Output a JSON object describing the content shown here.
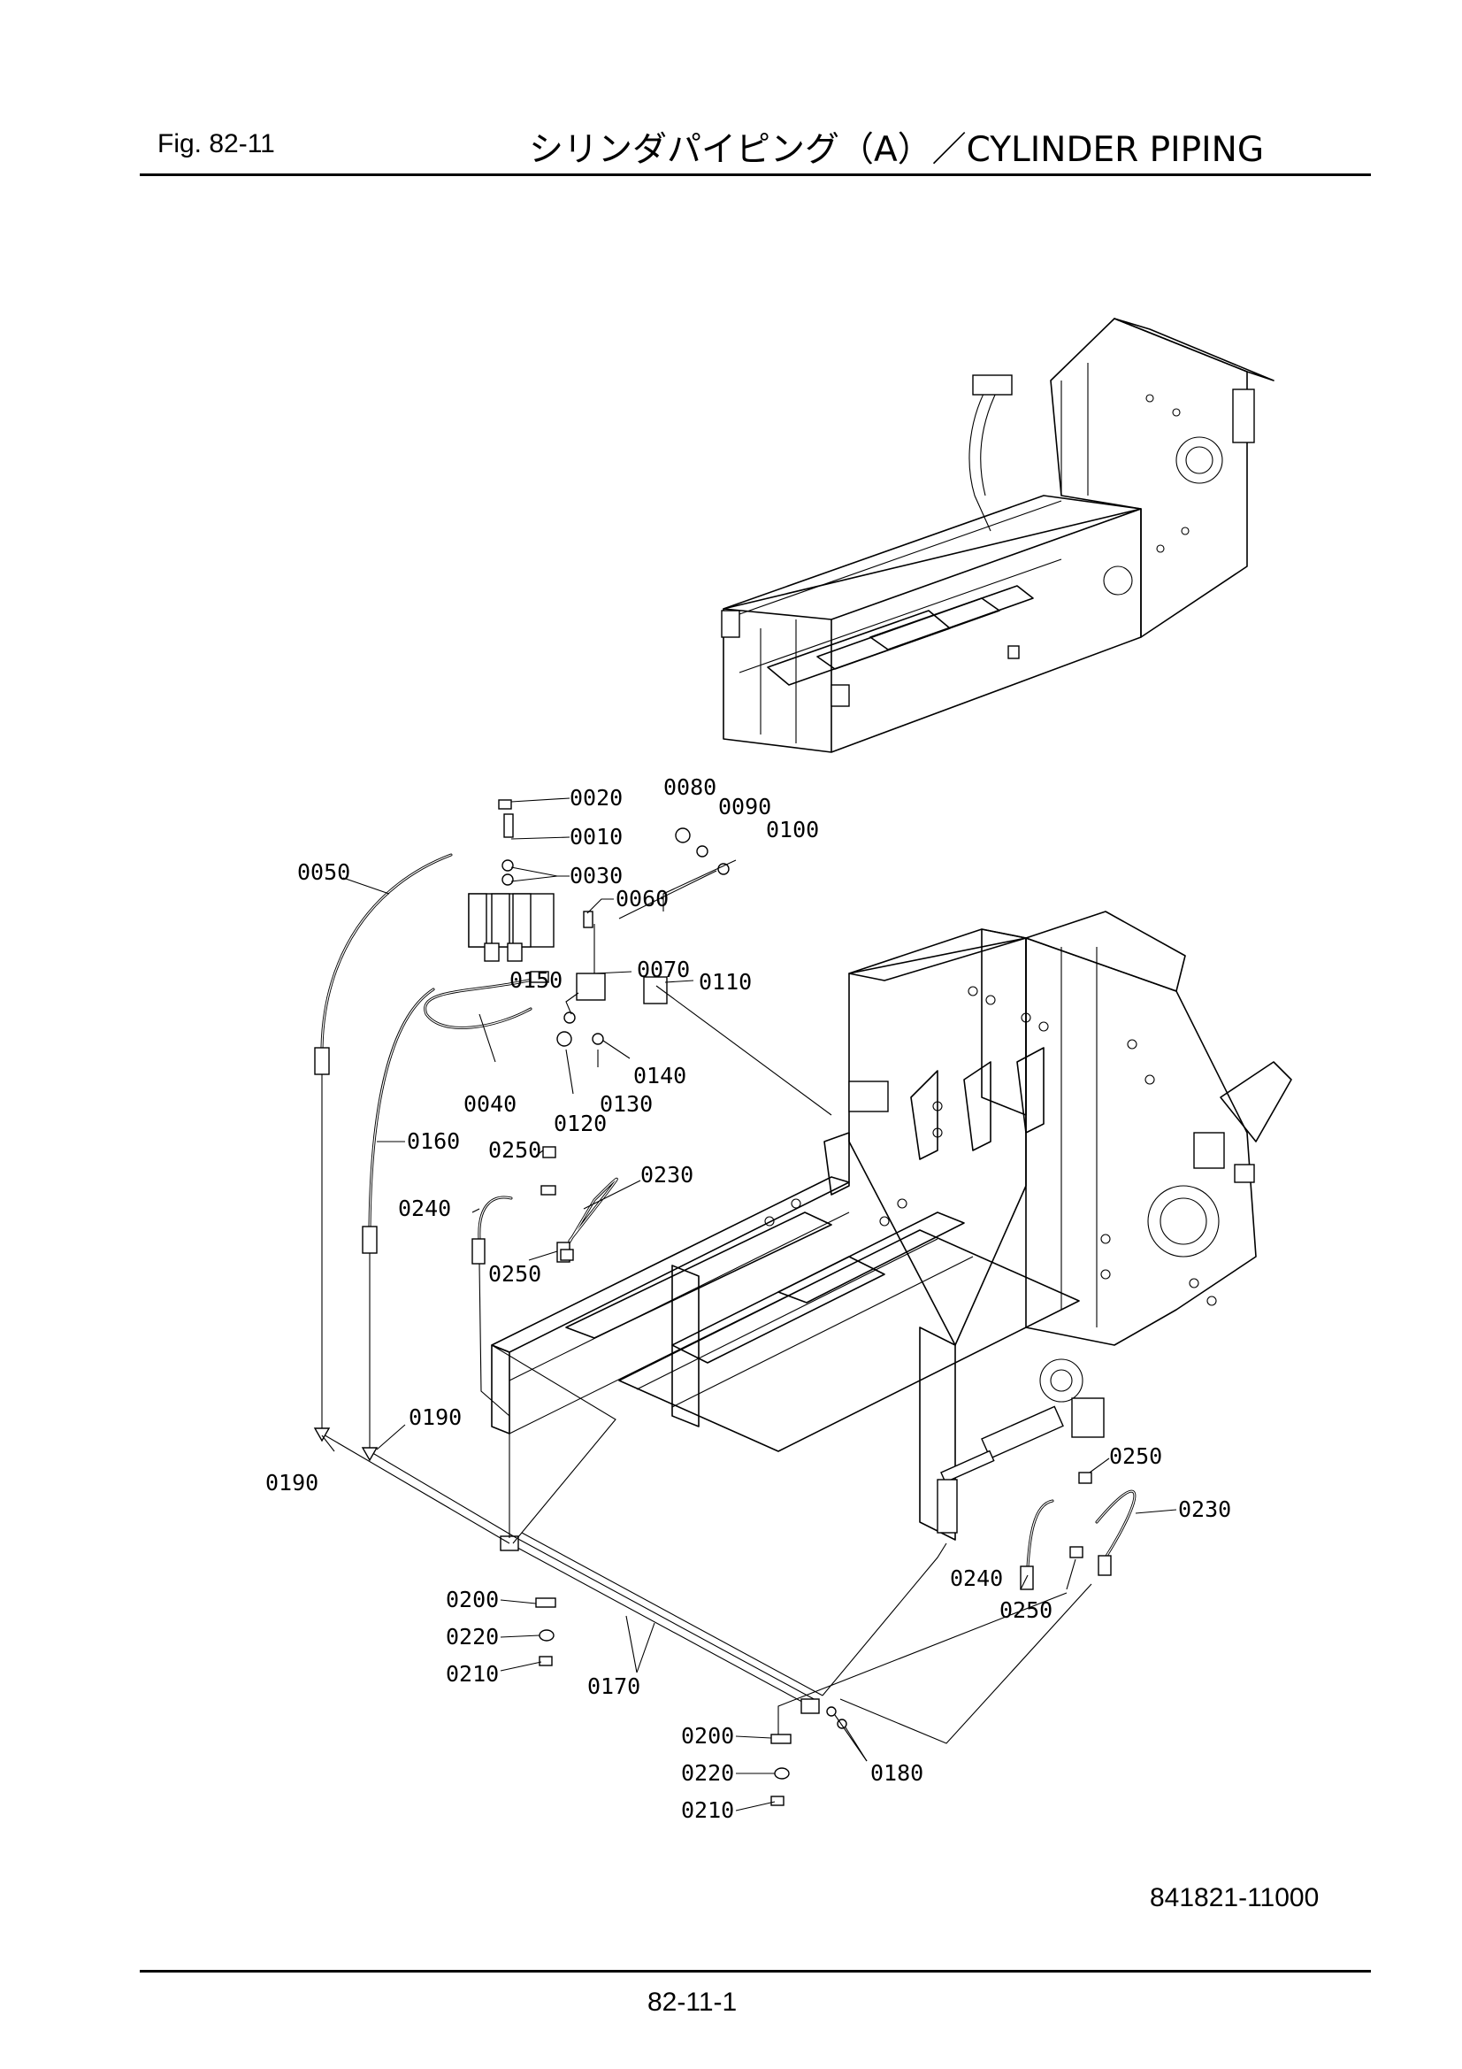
{
  "header": {
    "figure_label": "Fig.  82-11",
    "title": "シリンダパイピング（A）／CYLINDER PIPING"
  },
  "footer": {
    "drawing_number": "841821-11000",
    "page_number": "82-11-1"
  },
  "callouts": [
    {
      "id": "c0020a",
      "text": "0020"
    },
    {
      "id": "c0010a",
      "text": "0010"
    },
    {
      "id": "c0030a",
      "text": "0030"
    },
    {
      "id": "c0050a",
      "text": "0050"
    },
    {
      "id": "c0060a",
      "text": "0060"
    },
    {
      "id": "c0080a",
      "text": "0080"
    },
    {
      "id": "c0090a",
      "text": "0090"
    },
    {
      "id": "c0100a",
      "text": "0100"
    },
    {
      "id": "c0070a",
      "text": "0070"
    },
    {
      "id": "c0110a",
      "text": "0110"
    },
    {
      "id": "c0150a",
      "text": "0150"
    },
    {
      "id": "c0140a",
      "text": "0140"
    },
    {
      "id": "c0130a",
      "text": "0130"
    },
    {
      "id": "c0120a",
      "text": "0120"
    },
    {
      "id": "c0040a",
      "text": "0040"
    },
    {
      "id": "c0160a",
      "text": "0160"
    },
    {
      "id": "c0250a",
      "text": "0250"
    },
    {
      "id": "c0230a",
      "text": "0230"
    },
    {
      "id": "c0240a",
      "text": "0240"
    },
    {
      "id": "c0250b",
      "text": "0250"
    },
    {
      "id": "c0190a",
      "text": "0190"
    },
    {
      "id": "c0190b",
      "text": "0190"
    },
    {
      "id": "c0250c",
      "text": "0250"
    },
    {
      "id": "c0230b",
      "text": "0230"
    },
    {
      "id": "c0240b",
      "text": "0240"
    },
    {
      "id": "c0250d",
      "text": "0250"
    },
    {
      "id": "c0200a",
      "text": "0200"
    },
    {
      "id": "c0220a",
      "text": "0220"
    },
    {
      "id": "c0210a",
      "text": "0210"
    },
    {
      "id": "c0170a",
      "text": "0170"
    },
    {
      "id": "c0200b",
      "text": "0200"
    },
    {
      "id": "c0220b",
      "text": "0220"
    },
    {
      "id": "c0210b",
      "text": "0210"
    },
    {
      "id": "c0180a",
      "text": "0180"
    }
  ]
}
